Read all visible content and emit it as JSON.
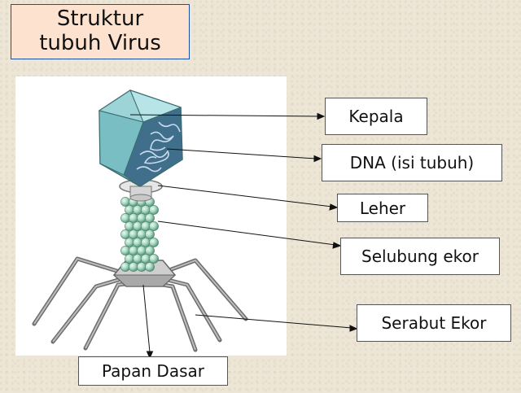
{
  "title": {
    "line1": "Struktur",
    "line2": "tubuh Virus"
  },
  "labels": {
    "kepala": "Kepala",
    "dna": "DNA (isi tubuh)",
    "leher": "Leher",
    "selubung": "Selubung ekor",
    "serabut": "Serabut Ekor",
    "papan": "Papan Dasar"
  },
  "colors": {
    "background": "#ede6d6",
    "title_box": "#fde2cf",
    "title_border": "#1c4fa8",
    "virus_head": "#7fc3c8",
    "virus_tail": "#a8d8c0"
  }
}
